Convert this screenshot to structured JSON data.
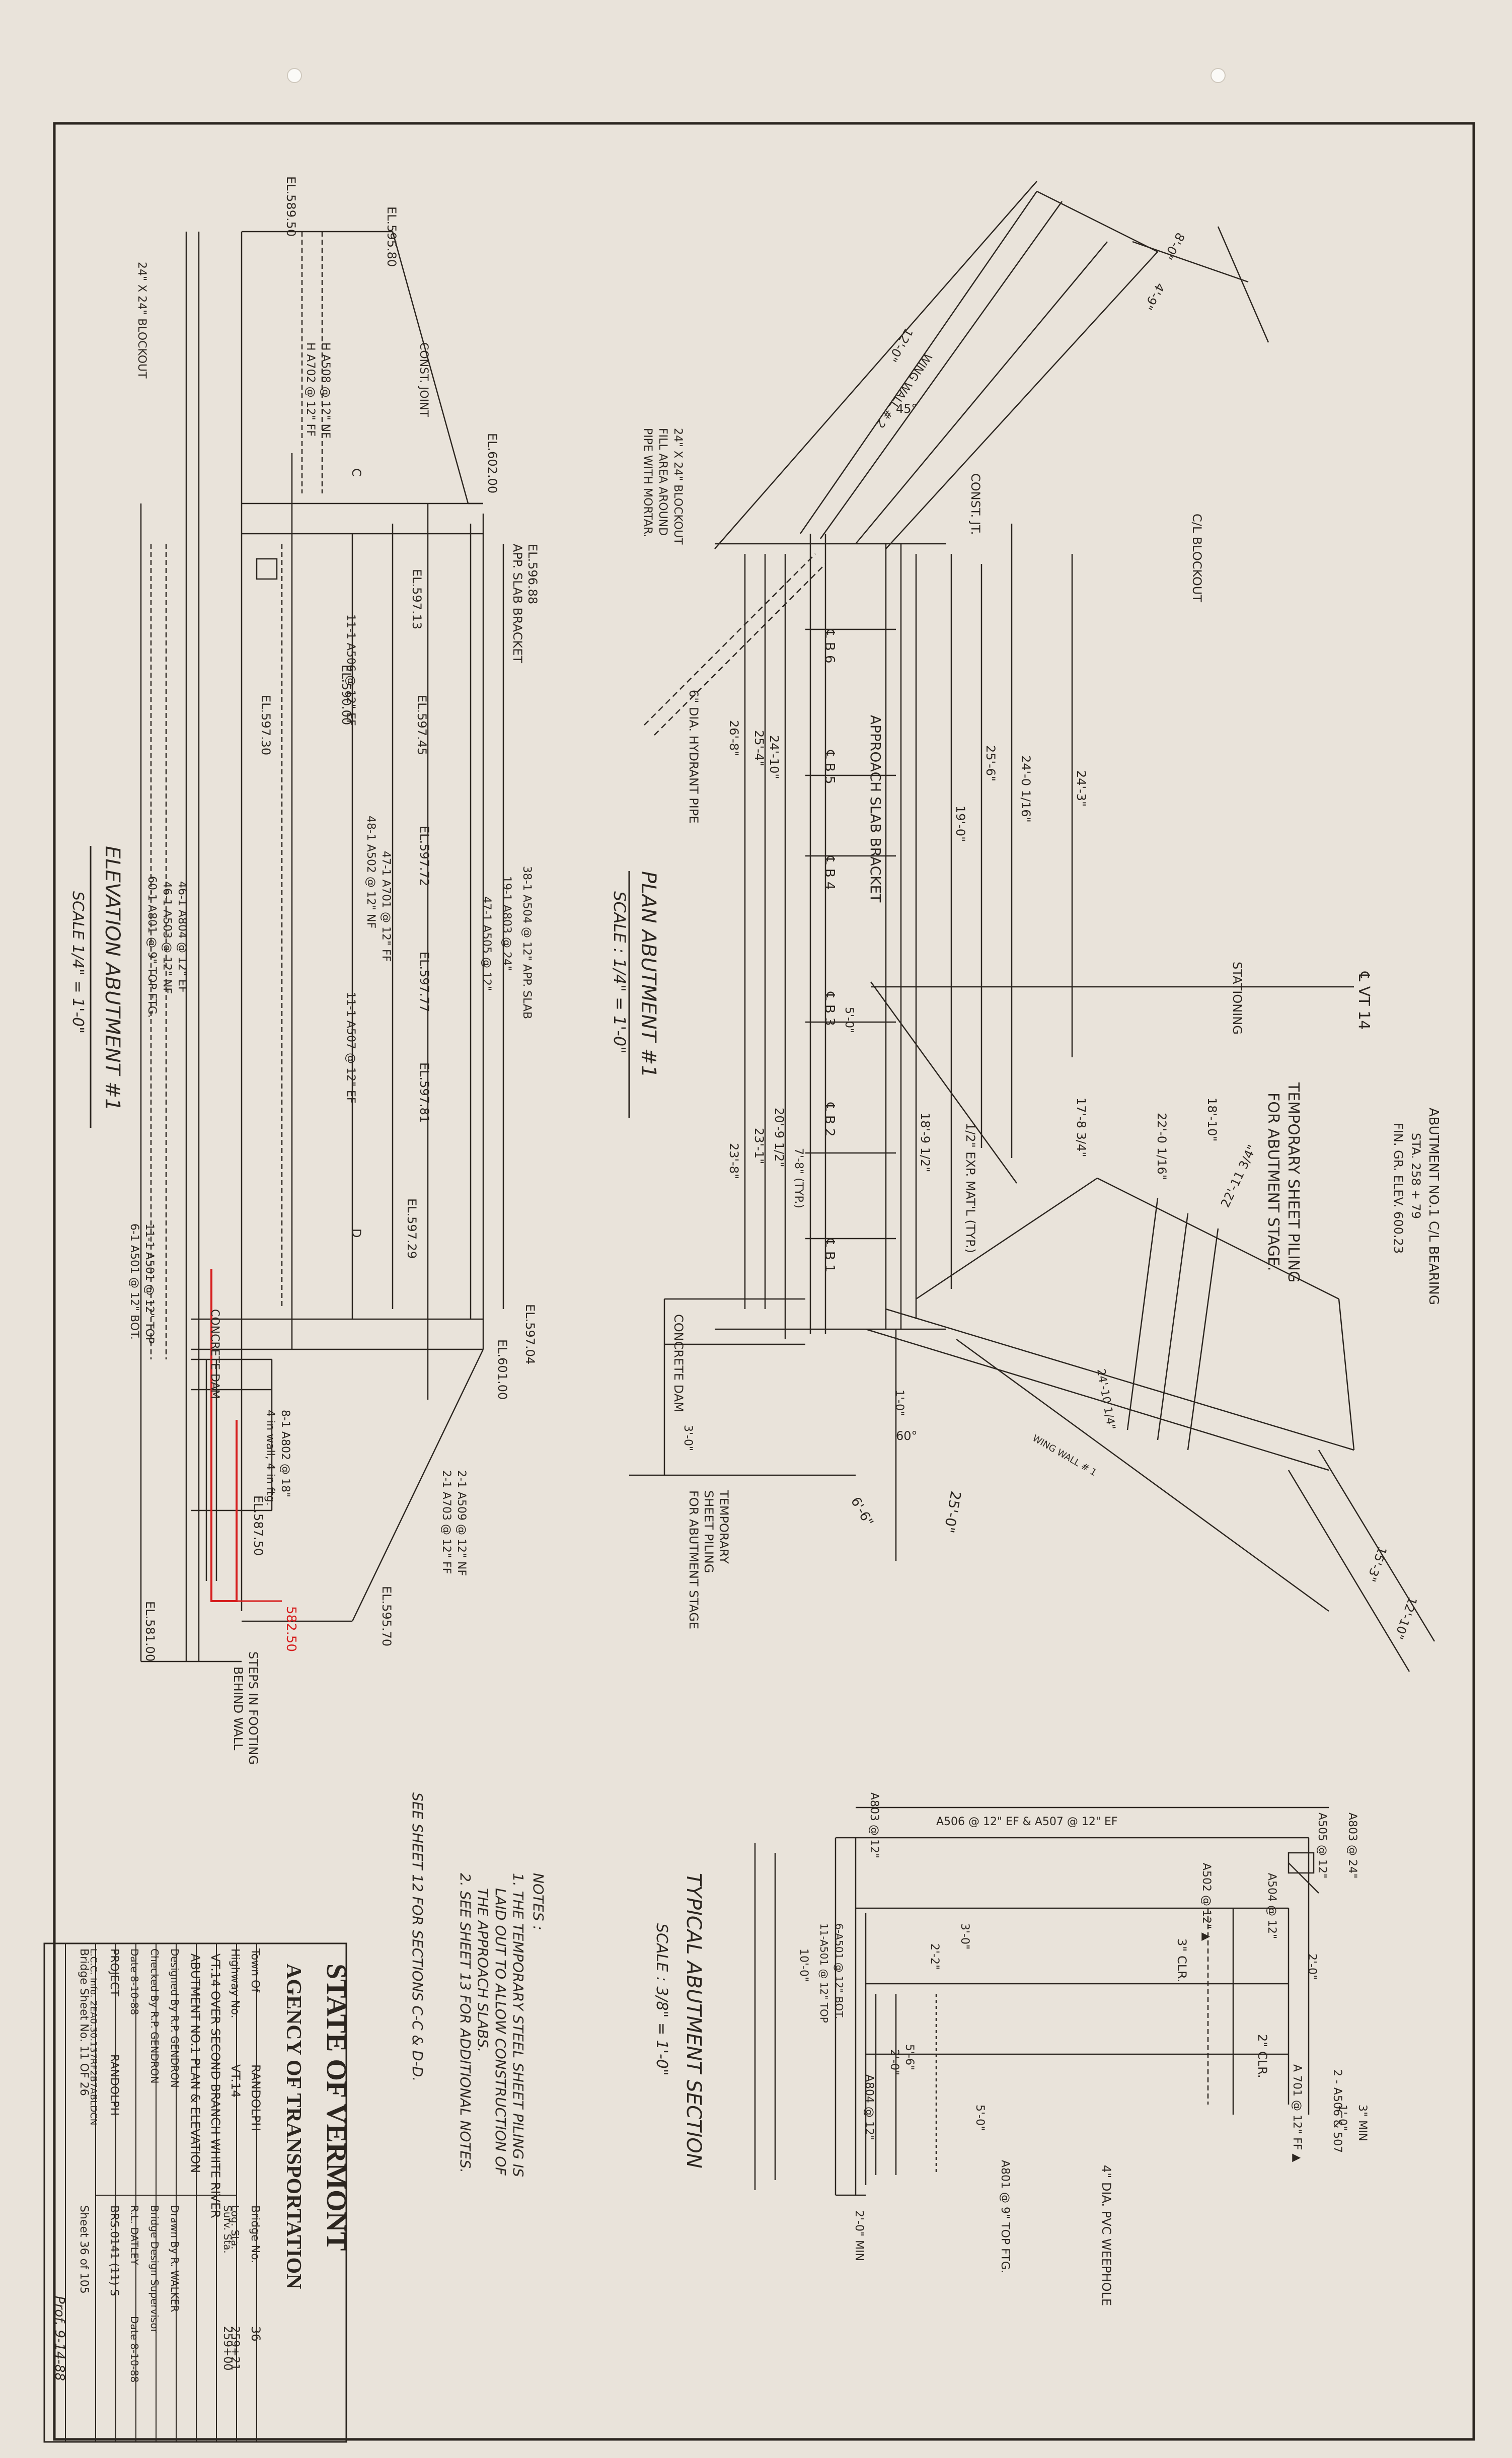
{
  "title_block": {
    "state": "STATE OF VERMONT",
    "agency": "AGENCY OF TRANSPORTATION",
    "town_label": "Town Of",
    "town": "RANDOLPH",
    "bridge_no_label": "Bridge No.",
    "bridge_no": "36",
    "highway_label": "Highway No.",
    "highway": "VT.14",
    "log_sta_label": "Log. Sta.",
    "log_sta": "259+21",
    "surv_sta_label": "Surv. Sta.",
    "surv_sta": "259+00",
    "location": "VT.14 OVER SECOND BRANCH WHITE RIVER",
    "sheet_title": "ABUTMENT NO.1 PLAN & ELEVATION",
    "designed_by": "Designed By  R.P. GENDRON",
    "drawn_by": "Drawn By  R. WALKER",
    "checked_by": "Checked By  R.P. GENDRON",
    "date1": "Date 8-10-88",
    "supervisor_label": "Bridge Design Supervisor",
    "supervisor": "R.L. DATLEY",
    "date2": "Date 8-10-88",
    "project_label": "PROJECT",
    "project": "RANDOLPH",
    "project_no": "BRS.0141 (11) S",
    "file_info": "L.C.C. Info. 2EA0.30.137RF2B7ABLDCN",
    "sheet_count": "Bridge Sheet No.  11 OF 26",
    "sheet_no": "Sheet 36 of 105",
    "signature": "Prof. 9-14-88"
  },
  "views": {
    "plan": {
      "title": "PLAN ABUTMENT #1",
      "scale": "SCALE : 1/4\" = 1'-0\""
    },
    "elevation": {
      "title": "ELEVATION ABUTMENT #1",
      "scale": "SCALE 1/4\" = 1'-0\""
    },
    "section": {
      "title": "TYPICAL ABUTMENT SECTION",
      "scale": "SCALE : 3/8\" = 1'-0\""
    }
  },
  "notes": {
    "heading": "NOTES :",
    "n1": "1. THE TEMPORARY STEEL SHEET PILING IS",
    "n1b": "LAID OUT TO ALLOW CONSTRUCTION OF",
    "n1c": "THE APPROACH SLABS.",
    "n2": "2. SEE SHEET 13 FOR ADDITIONAL NOTES.",
    "see": "SEE SHEET 12 FOR SECTIONS C-C & D-D."
  },
  "plan_labels": {
    "bearing": "ABUTMENT NO.1 C/L BEARING",
    "bearing_sta": "STA. 258 + 79",
    "bearing_el": "FIN. GR. ELEV. 600.23",
    "piling": "TEMPORARY SHEET PILING",
    "piling2": "FOR ABUTMENT STAGE.",
    "piling_b": "TEMPORARY",
    "piling_b2": "SHEET PILING",
    "piling_b3": "FOR ABUTMENT STAGE",
    "cl_vt14": "℄ VT 14",
    "stationing": "STATIONING",
    "approach": "APPROACH SLAB BRACKET",
    "blockout": "C/L BLOCKOUT",
    "blockout2": "24\" X 24\" BLOCKOUT",
    "blockout3": "FILL AREA AROUND",
    "blockout4": "PIPE WITH MORTAR.",
    "hydrant": "6\" DIA. HYDRANT PIPE",
    "wing2": "WING WALL # 2",
    "wing1": "WING WALL # 1",
    "const_jt": "CONST. JT.",
    "exp_mat": "1/2\" EXP. MAT'L (TYP.)",
    "concrete_dam": "CONCRETE DAM",
    "beams": [
      "℄ B 6",
      "℄ B 5",
      "℄ B 4",
      "℄ B 3",
      "℄ B 2",
      "℄ B 1"
    ],
    "dims": [
      "24'-3\"",
      "24'-0 1/16\"",
      "25'-6\"",
      "19'-0\"",
      "22'-0 1/16\"",
      "17'-8 3/4\"",
      "18'-9 1/2\"",
      "18'-10\"",
      "26'-8\"",
      "25'-4\"",
      "24'-10\"",
      "23'-8\"",
      "23'-1\"",
      "20'-9 1/2\"",
      "25'-0\"",
      "6'-6\"",
      "12'-0\"",
      "8'-0\"",
      "4'-9\"",
      "22'-11 3/4\"",
      "15'-3\"",
      "12'-10\"",
      "24'-10 1/4\"",
      "3'-0\"",
      "1'-0\"",
      "5'-0\"",
      "7'-8\" (TYP.)",
      "45°",
      "60°"
    ]
  },
  "elevation_labels": {
    "el_top_left": "EL.595.80",
    "el_top_left2": "EL.589.50",
    "el_top": "EL.602.00",
    "el_approach": "EL.596.88",
    "approach": "APP. SLAB BRACKET",
    "el_59713": "EL.597.13",
    "el_59000": "EL.590.00",
    "el_59730": "EL.597.30",
    "el_59745": "EL.597.45",
    "el_59772": "EL.597.72",
    "el_59777": "EL.597.77",
    "el_59781": "EL.597.81",
    "el_59729": "EL.597.29",
    "el_59704": "EL.597.04",
    "el_60100": "EL.601.00",
    "el_58750": "EL.587.50",
    "el_59570": "EL.595.70",
    "el_58100": "EL.581.00",
    "el_red": "582.50",
    "blockout": "24\" X 24\" BLOCKOUT",
    "h_bars": "H A508 @ 12\" NF",
    "h_bars2": "H A702 @ 12\" FF",
    "const_joint": "CONST. JOINT",
    "bars1": "11-1 A506 @ 12\" EF",
    "bars2": "11-1 A507 @ 12\" EF",
    "bars3": "38-1 A504 @ 12\" APP. SLAB",
    "bars4": "19-1 A803 @ 24\"",
    "bars5": "47-1 A505 @ 12\"",
    "bars6": "47-1 A701 @ 12\" FF",
    "bars7": "48-1 A502 @ 12\" NF",
    "bars8": "46-1 A804 @ 12\" EF",
    "bars9": "46-1 A503 @ 12\" NF",
    "bars10": "60-1 A801 @ 9\" TOP FTG.",
    "bars11": "11-1 A501 @ 12\" TOP",
    "bars12": "6-1 A501 @ 12\" BOT.",
    "bars13": "8-1 A802 @ 18\"",
    "bars14": "4 in wall, 4 in ftg.",
    "bars15": "2-1 A509 @ 12\" NF",
    "bars16": "2-1 A703 @ 12\" FF",
    "concrete_dam": "CONCRETE DAM",
    "steps": "STEPS IN FOOTING",
    "steps2": "BEHIND WALL",
    "sec_c": "C",
    "sec_d": "D"
  },
  "section_labels": {
    "top_bars": "A506 @ 12\" EF & A507 @ 12\" EF",
    "a803": "A803 @ 12\"",
    "a803b": "A803 @ 24\"",
    "a505": "A505 @ 12\"",
    "a504": "A504 @ 12\"",
    "a502": "A502 @ 12\" ▲",
    "a701": "A 701 @ 12\" FF ▲",
    "a506": "2 - A506 & 507",
    "a801": "A801 @ 9\" TOP FTG.",
    "a804": "A804 @ 12\"",
    "a501": "6-A501 @ 12\" BOT.",
    "a501b": "11-A501 @ 12\" TOP",
    "clr3": "3\" CLR.",
    "clr2": "2\" CLR.",
    "weep": "4\" DIA. PVC WEEPHOLE",
    "min": "2'-0\" MIN",
    "d1": "2'-0\"",
    "d2": "3'-0\"",
    "d3": "1'-0\"",
    "d4": "2'-2\"",
    "d5": "5'-6\"",
    "d6": "2'-0\"",
    "d7": "10'-0\"",
    "d8": "5'-0\"",
    "d9": "3\" MIN"
  }
}
